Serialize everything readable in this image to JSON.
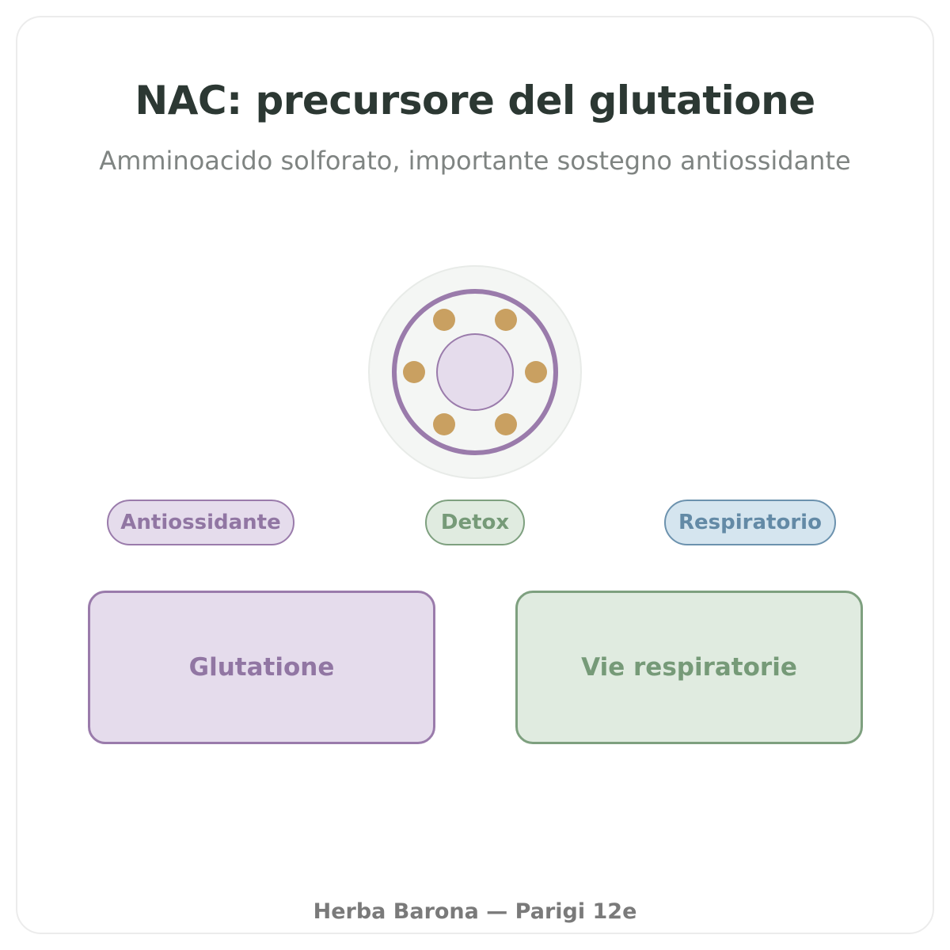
{
  "header": {
    "title": "NAC: precursore del glutatione",
    "subtitle": "Amminoacido solforato, importante sostegno antiossidante"
  },
  "tags": [
    {
      "label": "Antiossidante"
    },
    {
      "label": "Detox"
    },
    {
      "label": "Respiratorio"
    }
  ],
  "boxes": [
    {
      "label": "Glutatione"
    },
    {
      "label": "Vie respiratorie"
    }
  ],
  "footer": {
    "text": "Herba Barona — Parigi 12e"
  },
  "colors": {
    "purple_fill": "#e5dcec",
    "purple_stroke": "#9a7bab",
    "green_fill": "#e0ebe0",
    "green_stroke": "#7ea07f",
    "blue_fill": "#d5e5ef",
    "blue_stroke": "#6c92ae",
    "gold": "#c9a061",
    "title": "#2c3833"
  }
}
